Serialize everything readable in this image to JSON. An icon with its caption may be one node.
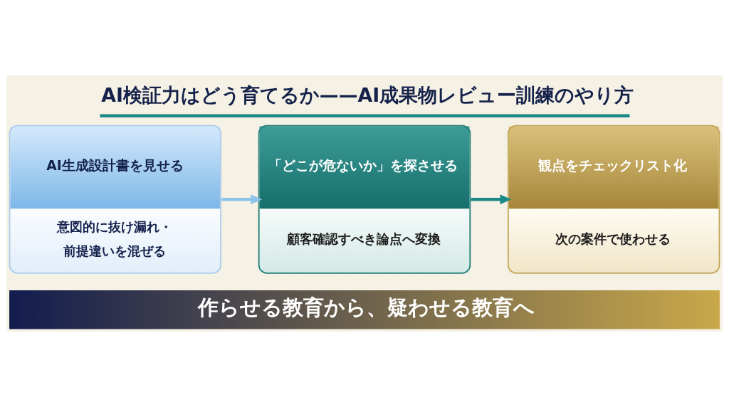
{
  "diagram": {
    "title": "AI検証力はどう育てるか——AI成果物レビュー訓練のやり方",
    "nodes": [
      {
        "text": [
          "AI生成設計書を見せる",
          "意図的に抜け漏れ・前提違いを混ぜる"
        ]
      },
      {
        "text": [
          "「どこが危ないか」を探させる",
          "顧客確認すべき論点へ変換"
        ]
      },
      {
        "text": [
          "観点をチェックリスト化",
          "次の案件で使わせる"
        ]
      },
      {
        "text": [
          "作らせる教育から、疑わせる教育へ"
        ]
      }
    ],
    "edges": [
      {
        "from": 0,
        "to": 1,
        "arrow": "to",
        "color": "#8ec3ea"
      },
      {
        "from": 1,
        "to": 2,
        "arrow": "to",
        "color": "#1b8a86"
      }
    ]
  }
}
